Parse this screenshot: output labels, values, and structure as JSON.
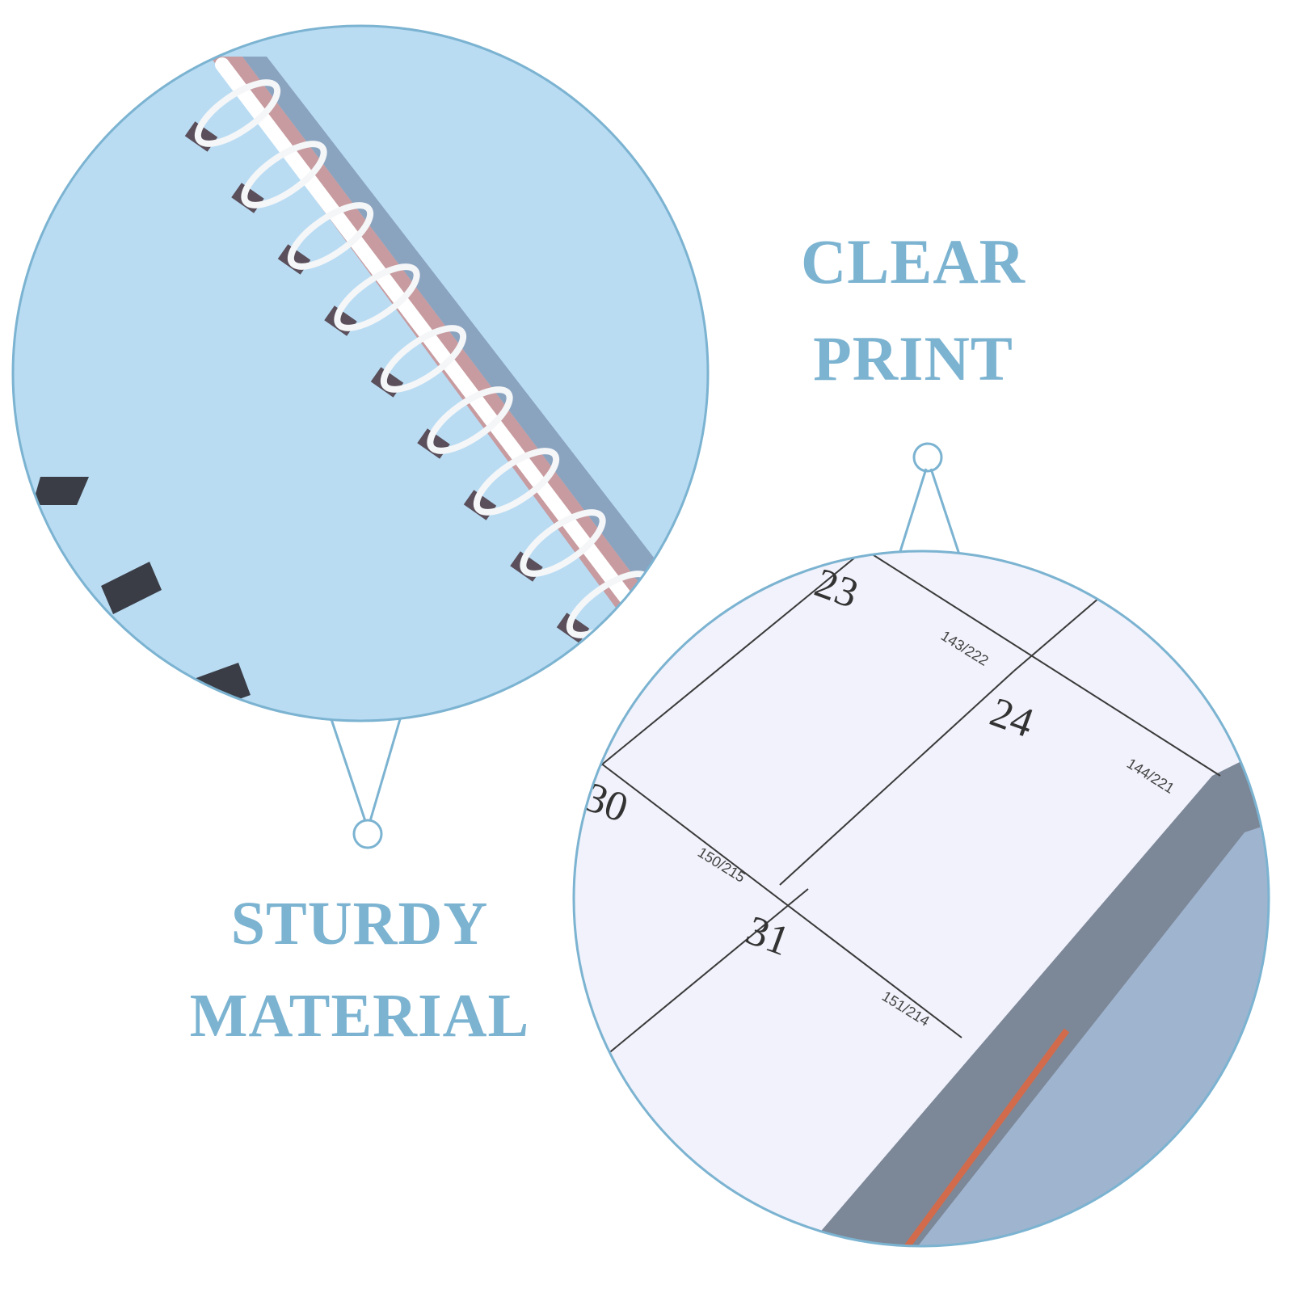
{
  "captions": {
    "clear": [
      "CLEAR",
      "PRINT"
    ],
    "sturdy": [
      "STURDY",
      "MATERIAL"
    ]
  },
  "calendar_cells": [
    {
      "day": "23",
      "days_info": "143/222"
    },
    {
      "day": "24",
      "days_info": "144/221"
    },
    {
      "day": "30",
      "days_info": "150/215"
    },
    {
      "day": "31",
      "days_info": "151/214"
    }
  ],
  "colors": {
    "accent": "#7bb3d1",
    "cover_blue": "#b9dcf3",
    "page_white": "#f1f2fb",
    "dark_cover": "#7c8797"
  }
}
